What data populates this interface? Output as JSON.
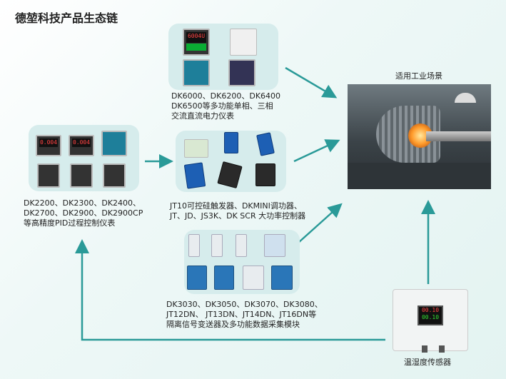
{
  "title": "德堃科技产品生态链",
  "groups": {
    "power_meters": {
      "lines": [
        "DK6000、DK6200、DK6400",
        "DK6500等多功能单相、三相",
        "交流直流电力仪表"
      ]
    },
    "pid_controllers": {
      "lines": [
        "DK2200、DK2300、DK2400、",
        "DK2700、DK2900、DK2900CP",
        "等高精度PID过程控制仪表"
      ]
    },
    "power_control": {
      "lines": [
        "JT10可控硅触发器、DKMINI调功器、",
        "JT、JD、JS3K、DK SCR 大功率控制器"
      ]
    },
    "modules": {
      "lines": [
        "DK3030、DK3050、DK3070、DK3080、",
        "JT12DN、 JT13DN、JT14DN、JT16DN等",
        "隔离信号变送器及多功能数据采集模块"
      ]
    },
    "scene": {
      "label": "适用工业场景"
    },
    "sensor": {
      "label": "温湿度传感器",
      "reading_top": "00.10",
      "reading_bottom": "00.10"
    }
  },
  "meter_readouts": [
    "6004U",
    "0.004",
    "0.004"
  ],
  "colors": {
    "arrow": "#2a9a98",
    "panel": "#d6ecec"
  }
}
